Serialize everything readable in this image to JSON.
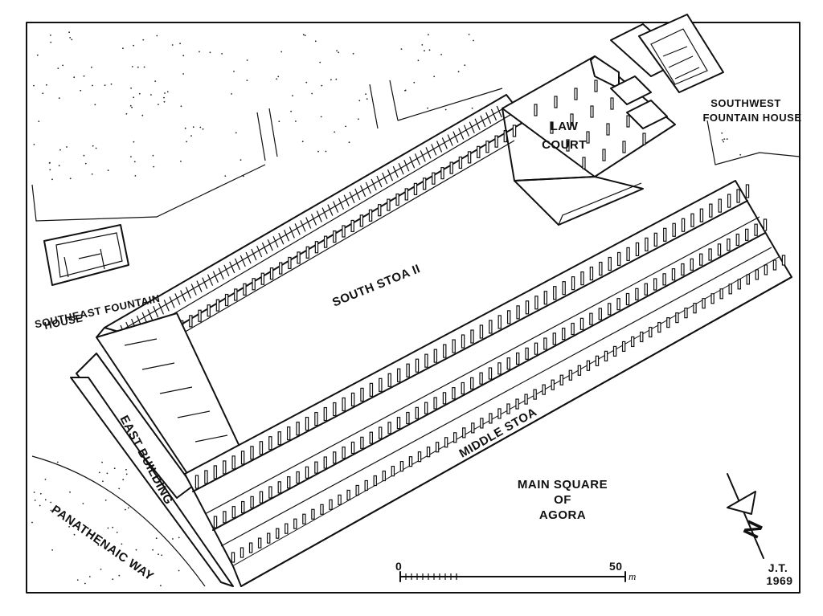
{
  "labels": {
    "law_court_line1": "LAW",
    "law_court_line2": "COURT",
    "southwest_fountain_line1": "SOUTHWEST",
    "southwest_fountain_line2": "FOUNTAIN HOUSE",
    "southeast_fountain_line1": "SOUTHEAST FOUNTAIN",
    "southeast_fountain_line2": "HOUSE",
    "south_stoa": "SOUTH STOA II",
    "east_building": "EAST BUILDING",
    "middle_stoa": "MIDDLE STOA",
    "main_square_line1": "MAIN SQUARE",
    "main_square_line2": "OF",
    "main_square_line3": "AGORA",
    "panathenaic_way": "PANATHENAIC WAY"
  },
  "scale_bar": {
    "start": "0",
    "end": "50",
    "unit": "m"
  },
  "signature": {
    "initials": "J.T.",
    "year": "1969"
  },
  "north_arrow": {
    "letter": "N"
  }
}
